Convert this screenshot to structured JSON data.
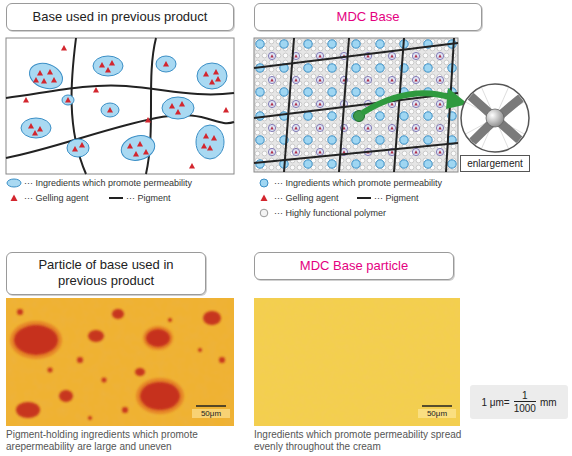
{
  "diagram": {
    "nodes": [
      {
        "text": [
          "Base used in previous product"
        ]
      },
      {
        "text": [
          "MDC Base"
        ]
      },
      {
        "text": [
          "enlargement"
        ]
      },
      {
        "text": [
          "Particle of base used in previous product"
        ]
      },
      {
        "text": [
          "MDC Base particle"
        ]
      },
      {
        "text": [
          "1 μm=",
          "1",
          "1000",
          "mm"
        ]
      }
    ],
    "labels": [
      "50μm",
      "50μm",
      "Pigment-holding ingredients which promote arepermeability are large and uneven",
      "Ingredients which promote permeability spread evenly throughout the cream"
    ],
    "legend": [
      {
        "text": "··· Ingredients which promote permeability"
      },
      {
        "text": "··· Gelling agent"
      },
      {
        "text": "··· Pigment"
      },
      {
        "text": "··· Ingredients which promote permeability"
      },
      {
        "text": "··· Gelling agent"
      },
      {
        "text": "··· Pigment"
      },
      {
        "text": "··· Highly functional polymer"
      }
    ]
  }
}
